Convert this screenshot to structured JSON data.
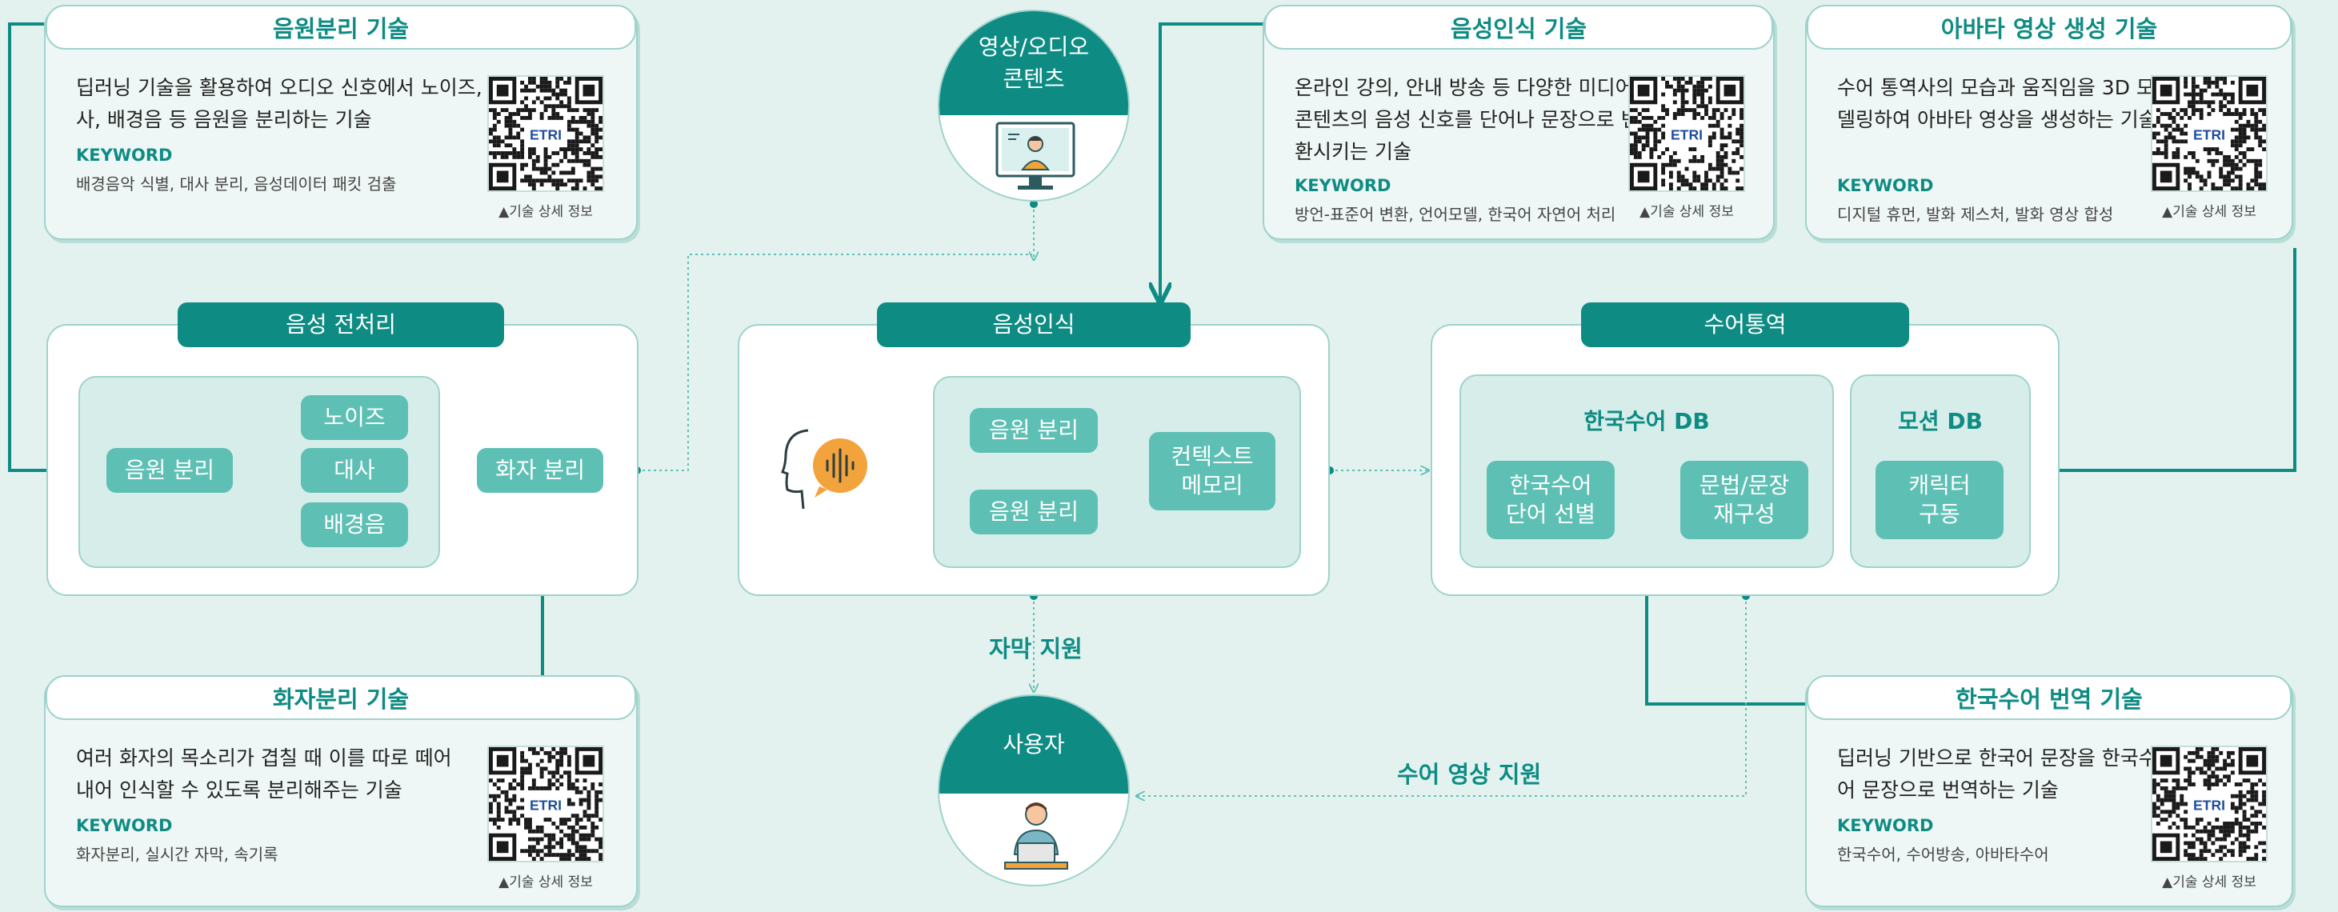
{
  "cards": {
    "source_sep": {
      "title": "음원분리 기술",
      "desc": "딥러닝 기술을 활용하여 오디오 신호에서 노이즈, 대사, 배경음 등 음원을 분리하는 기술",
      "kw_label": "KEYWORD",
      "keywords": "배경음악 식별, 대사 분리, 음성데이터 패킷 검출",
      "qr_caption": "▲기술 상세 정보"
    },
    "speech_rec": {
      "title": "음성인식 기술",
      "desc": "온라인 강의, 안내 방송 등 다양한 미디어 콘텐츠의 음성 신호를 단어나 문장으로 변환시키는 기술",
      "kw_label": "KEYWORD",
      "keywords": "방언-표준어 변환, 언어모델, 한국어 자연어 처리",
      "qr_caption": "▲기술 상세 정보"
    },
    "avatar": {
      "title": "아바타 영상 생성 기술",
      "desc": "수어 통역사의 모습과 움직임을 3D 모델링하여 아바타 영상을 생성하는 기술",
      "kw_label": "KEYWORD",
      "keywords": "디지털 휴먼, 발화 제스처, 발화 영상 합성",
      "qr_caption": "▲기술 상세 정보"
    },
    "speaker_sep": {
      "title": "화자분리 기술",
      "desc": "여러 화자의 목소리가 겹칠 때 이를 따로 떼어내어 인식할 수 있도록 분리해주는 기술",
      "kw_label": "KEYWORD",
      "keywords": "화자분리, 실시간 자막, 속기록",
      "qr_caption": "▲기술 상세 정보"
    },
    "ksl_trans": {
      "title": "한국수어 번역 기술",
      "desc": "딥러닝 기반으로 한국어 문장을 한국수어 문장으로 번역하는 기술",
      "kw_label": "KEYWORD",
      "keywords": "한국수어, 수어방송, 아바타수어",
      "qr_caption": "▲기술 상세 정보"
    },
    "qr_logo": "ETRI"
  },
  "content_circle": {
    "label": "영상/오디오\n콘텐츠",
    "icon": "monitor-person-icon"
  },
  "user_circle": {
    "label": "사용자",
    "icon": "user-laptop-icon"
  },
  "preprocess": {
    "title": "음성 전처리",
    "source": "음원 분리",
    "branches": [
      "노이즈",
      "대사",
      "배경음"
    ],
    "speaker": "화자 분리"
  },
  "recognition": {
    "title": "음성인식",
    "chip_top": "음원 분리",
    "chip_bottom": "음원 분리",
    "memory": "컨텍스트\n메모리",
    "icon": "speaking-head-icon"
  },
  "signlang": {
    "title": "수어통역",
    "db1_title": "한국수어 DB",
    "db1_chip1": "한국수어\n단어 선별",
    "db1_chip2": "문법/문장\n재구성",
    "db2_title": "모션 DB",
    "db2_chip": "캐릭터\n구동"
  },
  "labels": {
    "caption_support": "자막 지원",
    "sign_video_support": "수어 영상 지원"
  },
  "colors": {
    "teal": "#0e8c84",
    "chip": "#5ec0b4",
    "bg": "#e3f2ef",
    "border": "#9fd3cc"
  }
}
